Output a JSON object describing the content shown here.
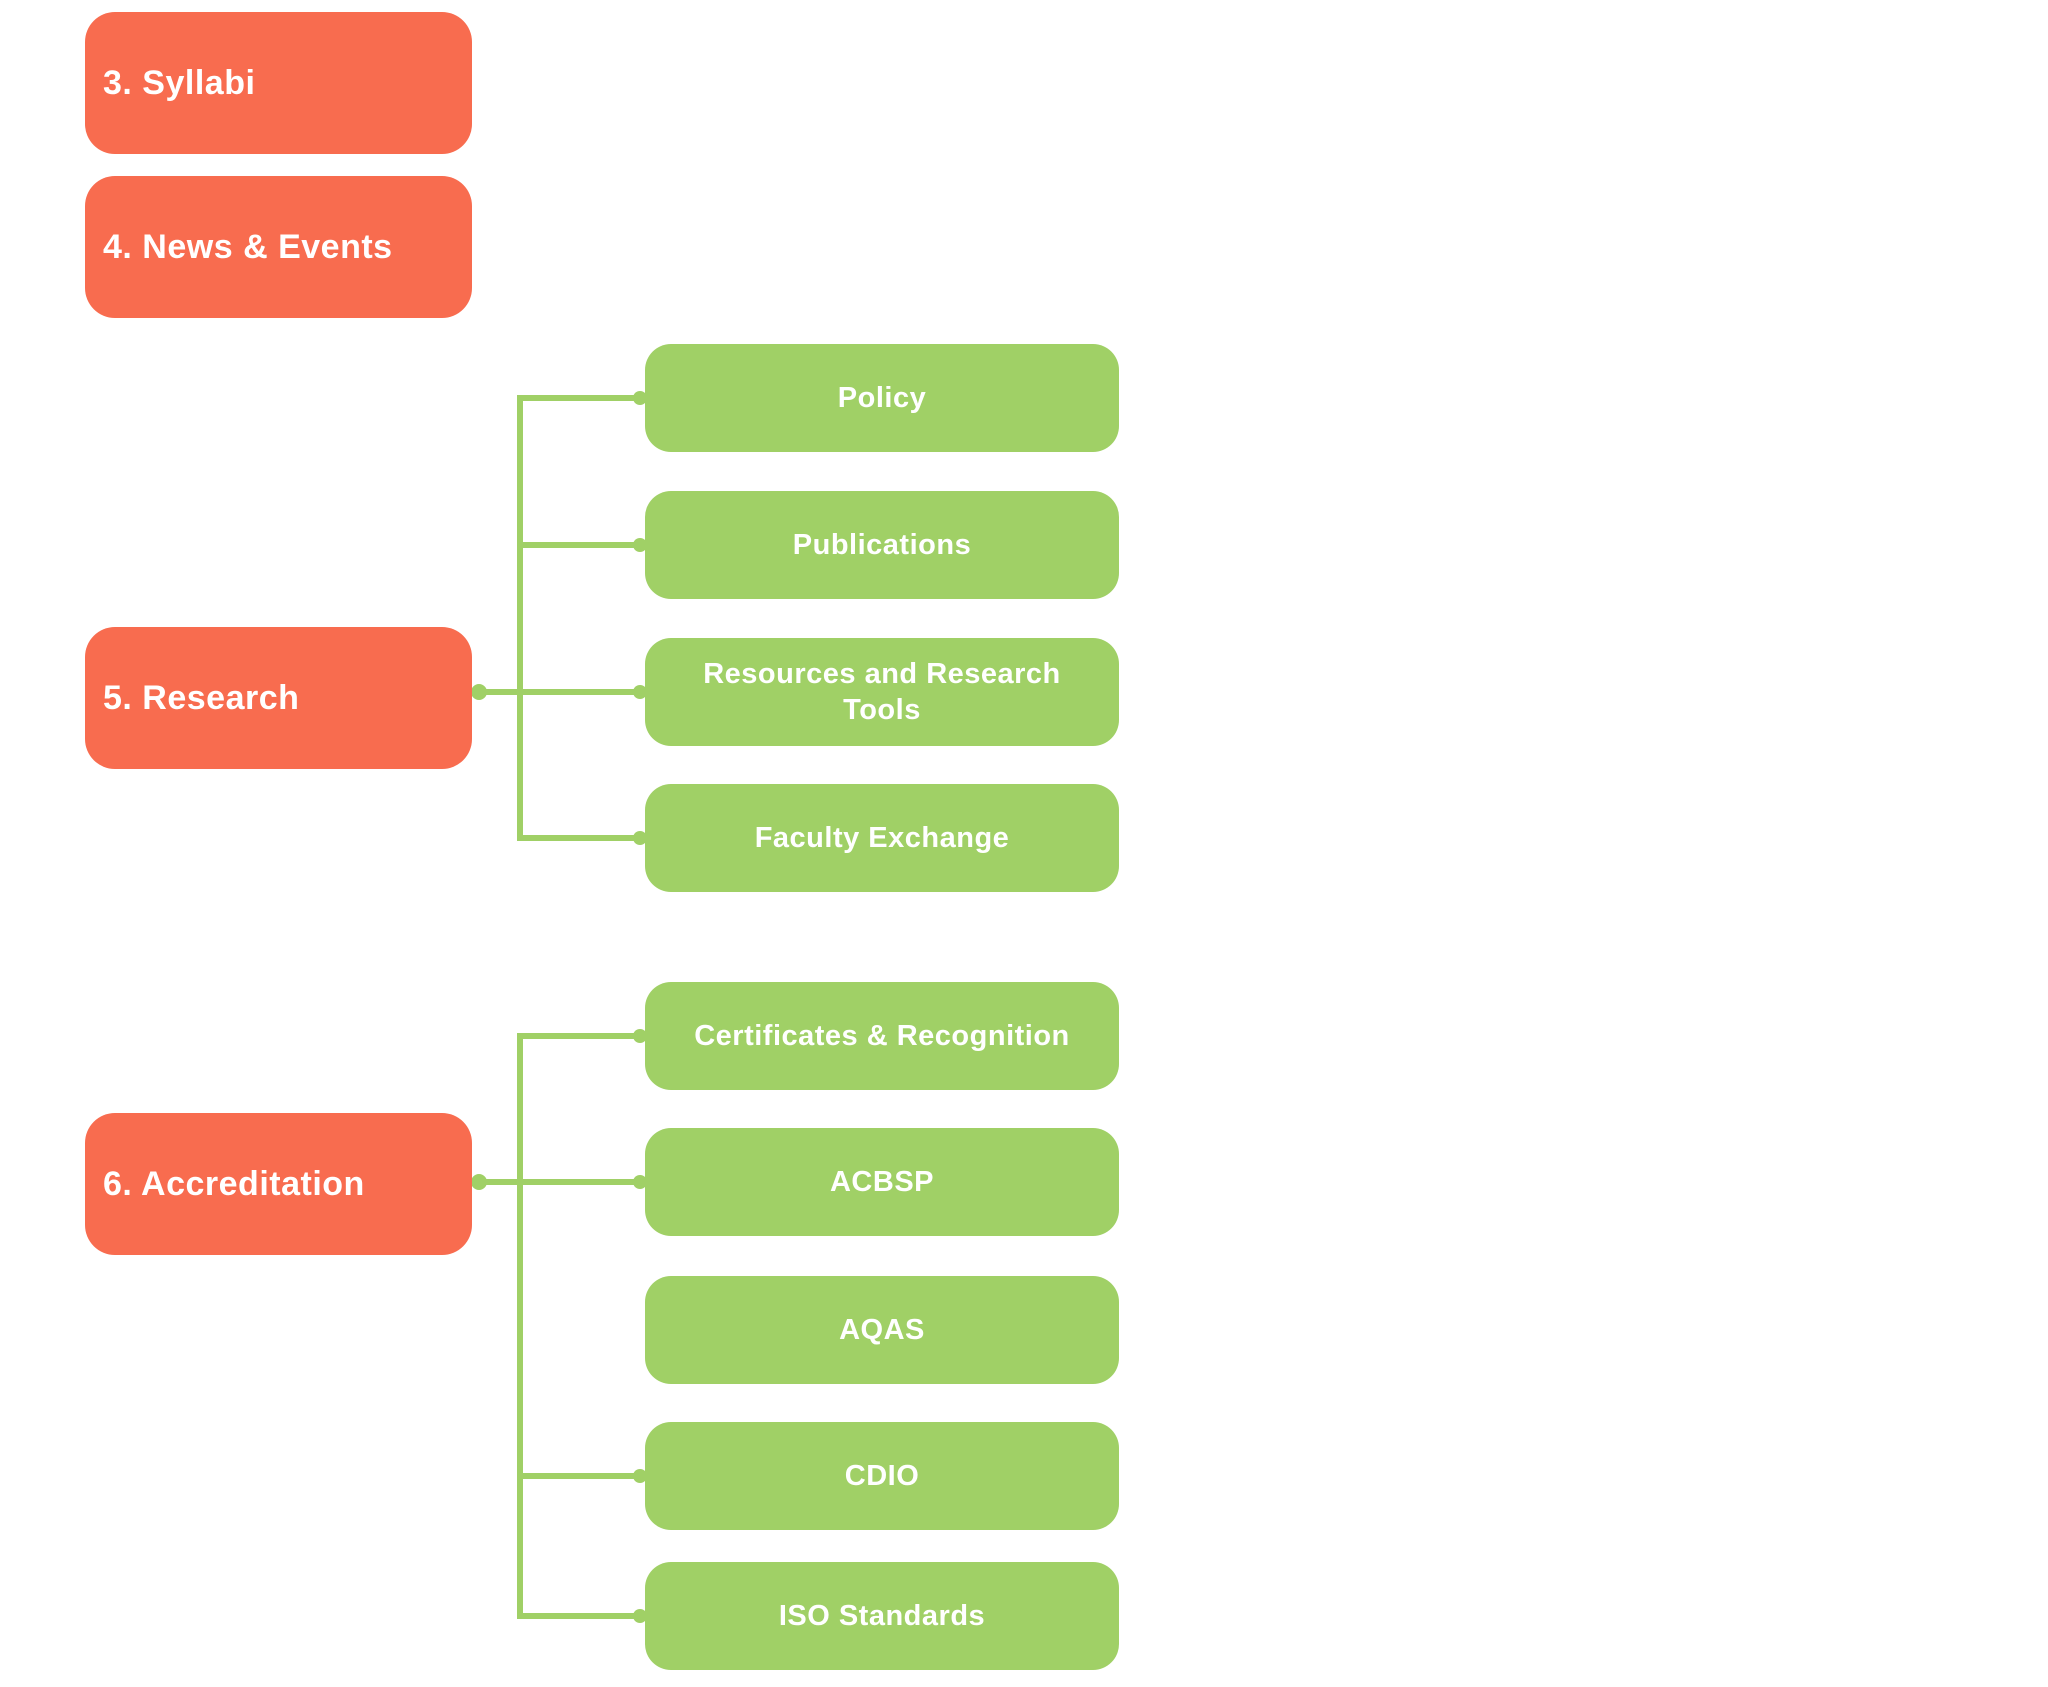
{
  "colors": {
    "parent_fill": "#F86C4F",
    "child_fill": "#A0D066",
    "connector": "#A0D066",
    "label_text": "#FFFFFF",
    "background": "#FFFFFF"
  },
  "nodes": {
    "syllabi": {
      "label": "3. Syllabi"
    },
    "news_events": {
      "label": "4. News & Events"
    },
    "research": {
      "label": "5. Research"
    },
    "accreditation": {
      "label": "6. Accreditation"
    },
    "policy": {
      "label": "Policy"
    },
    "publications": {
      "label": "Publications"
    },
    "resources": {
      "label": "Resources and Research Tools"
    },
    "faculty_exchange": {
      "label": "Faculty Exchange"
    },
    "certificates": {
      "label": "Certificates & Recognition"
    },
    "acbsp": {
      "label": "ACBSP"
    },
    "aqas": {
      "label": "AQAS"
    },
    "cdio": {
      "label": "CDIO"
    },
    "iso_standards": {
      "label": "ISO Standards"
    }
  },
  "hierarchy": [
    {
      "parent": "3. Syllabi",
      "children": []
    },
    {
      "parent": "4. News & Events",
      "children": []
    },
    {
      "parent": "5. Research",
      "children": [
        "Policy",
        "Publications",
        "Resources and Research Tools",
        "Faculty Exchange"
      ]
    },
    {
      "parent": "6. Accreditation",
      "children": [
        "Certificates & Recognition",
        "ACBSP",
        "AQAS",
        "CDIO",
        "ISO Standards"
      ]
    }
  ]
}
